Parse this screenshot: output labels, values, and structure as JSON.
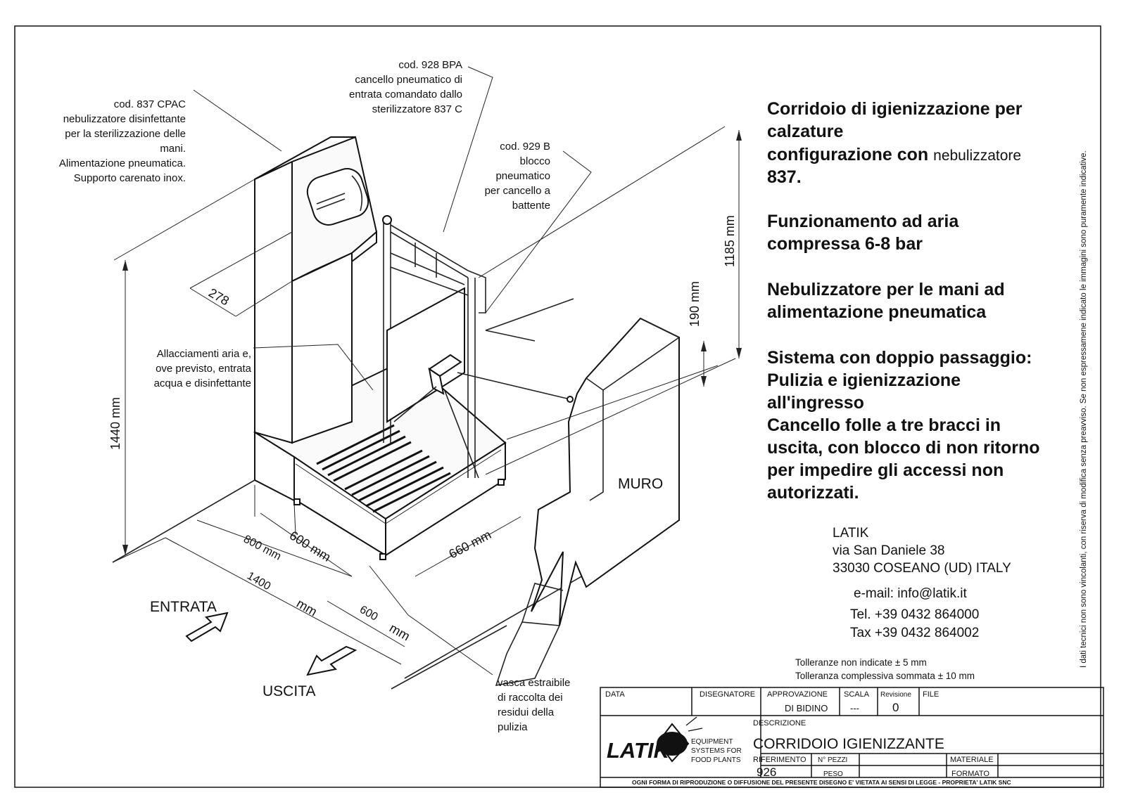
{
  "labels": {
    "cpac": [
      "cod. 837 CPAC",
      "nebulizzatore disinfettante",
      "per la sterilizzazione delle",
      "mani.",
      "Alimentazione pneumatica.",
      "Supporto carenato inox."
    ],
    "bpa": [
      "cod. 928 BPA",
      "cancello pneumatico di",
      "entrata comandato dallo",
      "sterilizzatore 837 C"
    ],
    "blocco": [
      "cod. 929 B",
      "blocco",
      "pneumatico",
      "per cancello a",
      "battente"
    ],
    "allacciamenti": [
      "Allacciamenti aria e,",
      "ove previsto, entrata",
      "acqua e disinfettante"
    ],
    "vasca": [
      "vasca estraibile",
      "di raccolta dei",
      "residui della",
      "pulizia"
    ],
    "muro": "MURO",
    "entrata": "ENTRATA",
    "uscita": "USCITA"
  },
  "dimensions": {
    "d278": "278",
    "d1440": "1440  mm",
    "d1185": "1185  mm",
    "d190": "190  mm",
    "d600a": "600  mm",
    "d800": "800 mm",
    "d660": "660  mm",
    "d1400": "1400",
    "d1400u": "mm",
    "d600b": "600",
    "d600bu": "mm"
  },
  "title_block_text": {
    "line1a": "Corridoio di igienizzazione per",
    "line1b": "calzature",
    "line2a": "configurazione con",
    "line2b": "nebulizzatore",
    "line2c": "837.",
    "line3a": "Funzionamento ad aria",
    "line3b": "compressa 6-8 bar",
    "line4a": "Nebulizzatore per le mani ad",
    "line4b": "alimentazione pneumatica",
    "line5a": "Sistema con doppio passaggio:",
    "line5b": "Pulizia e igienizzazione",
    "line5c": "all'ingresso",
    "line5d": "Cancello folle a tre bracci in",
    "line5e": "uscita, con blocco di non ritorno",
    "line5f": "per impedire gli accessi non",
    "line5g": "autorizzati."
  },
  "company": {
    "name": "LATIK",
    "street": "via San Daniele 38",
    "city": "33030 COSEANO (UD) ITALY",
    "email": "e-mail: info@latik.it",
    "tel": "Tel. +39 0432 864000",
    "tax": "Tax +39 0432 864002"
  },
  "tolerances": {
    "t1": "Tolleranze non indicate  ± 5 mm",
    "t2": "Tolleranza complessiva sommata  ± 10 mm"
  },
  "side_note": "I dati tecnici non sono vincolanti, con riserva di modifica senza preavviso. Se non espressamene indicato le immagini sono puramente indicative.",
  "title_block": {
    "data_label": "DATA",
    "disegnatore_label": "DISEGNATORE",
    "approvazione_label": "APPROVAZIONE",
    "approvazione_value": "DI BIDINO",
    "scala_label": "SCALA",
    "scala_value": "---",
    "revisione_label": "Revisione",
    "revisione_value": "0",
    "file_label": "FILE",
    "descrizione_label": "DESCRIZIONE",
    "descrizione_value": "CORRIDOIO IGIENIZZANTE",
    "logo_text": "LATIK",
    "tagline1": "EQUIPMENT",
    "tagline2": "SYSTEMS FOR",
    "tagline3": "FOOD PLANTS",
    "riferimento_label": "RIFERIMENTO",
    "riferimento_value": "926",
    "pezzi_label": "N° PEZZI",
    "peso_label": "PESO",
    "materiale_label": "MATERIALE",
    "formato_label": "FORMATO",
    "footer": "OGNI FORMA DI RIPRODUZIONE O DIFFUSIONE DEL PRESENTE DISEGNO E' VIETATA AI SENSI DI LEGGE - PROPRIETA' LATIK SNC"
  }
}
